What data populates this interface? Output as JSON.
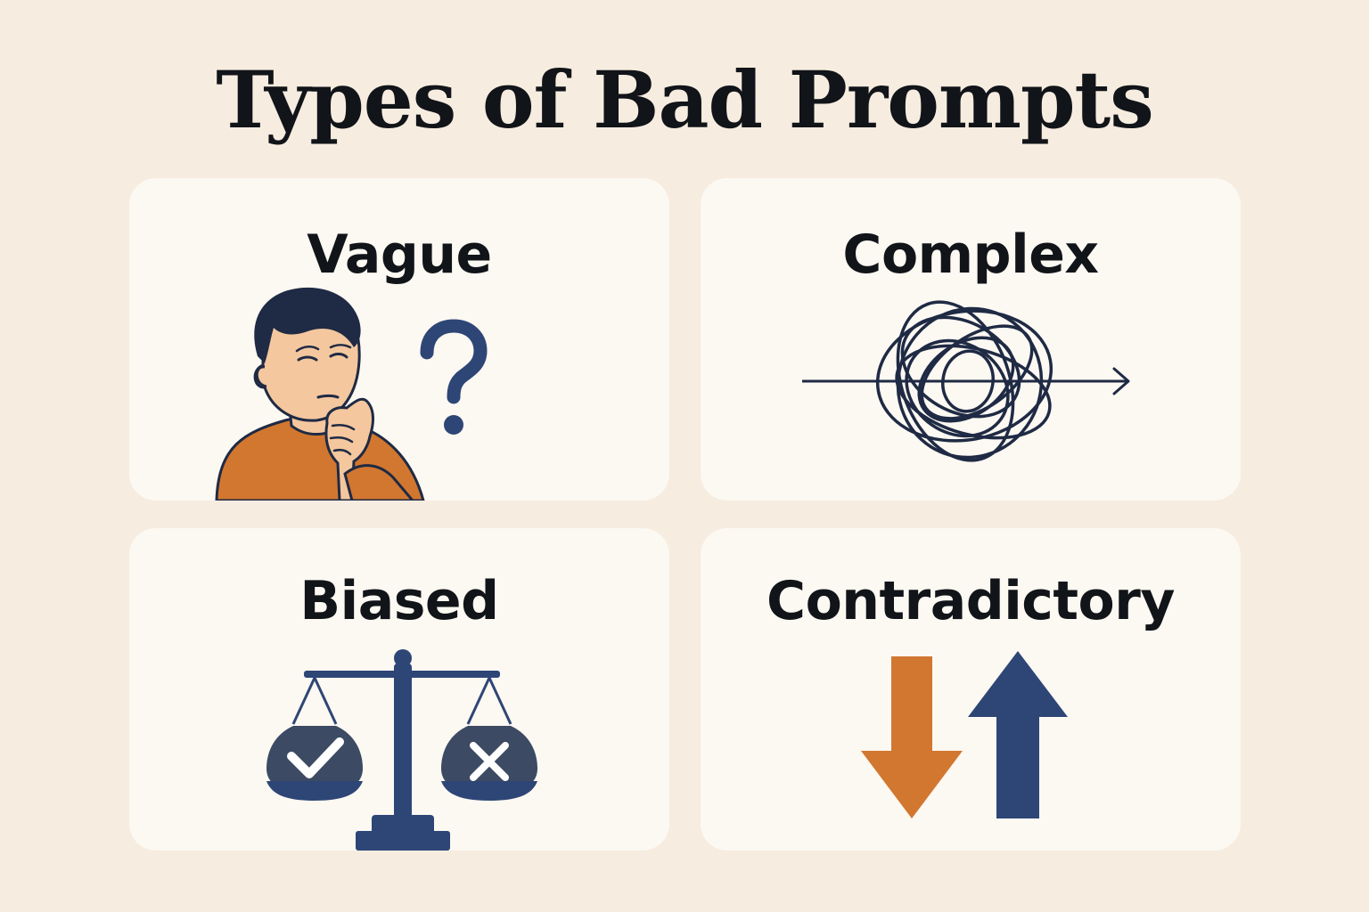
{
  "title": "Types of Bad Prompts",
  "cards": [
    {
      "label": "Vague",
      "icon": "thinking-person-question-icon"
    },
    {
      "label": "Complex",
      "icon": "tangled-line-arrow-icon"
    },
    {
      "label": "Biased",
      "icon": "balance-scale-check-cross-icon"
    },
    {
      "label": "Contradictory",
      "icon": "opposing-arrows-icon"
    }
  ],
  "colors": {
    "background": "#f6ece0",
    "card": "#fcf8f2",
    "navy": "#2e4676",
    "dark": "#1f2a44",
    "orange": "#d2772f",
    "skin": "#f4c79e",
    "text": "#111418"
  }
}
